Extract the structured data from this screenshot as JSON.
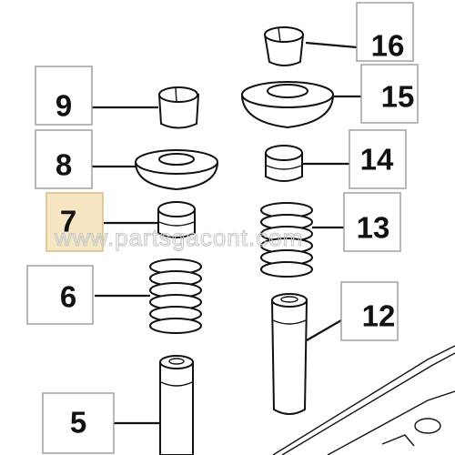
{
  "labels": {
    "p5": "5",
    "p6": "6",
    "p7": "7",
    "p8": "8",
    "p9": "9",
    "p12": "12",
    "p13": "13",
    "p14": "14",
    "p15": "15",
    "p16": "16"
  },
  "watermark": "www.partsgacont.com",
  "highlight_color": "#f6e6c4"
}
